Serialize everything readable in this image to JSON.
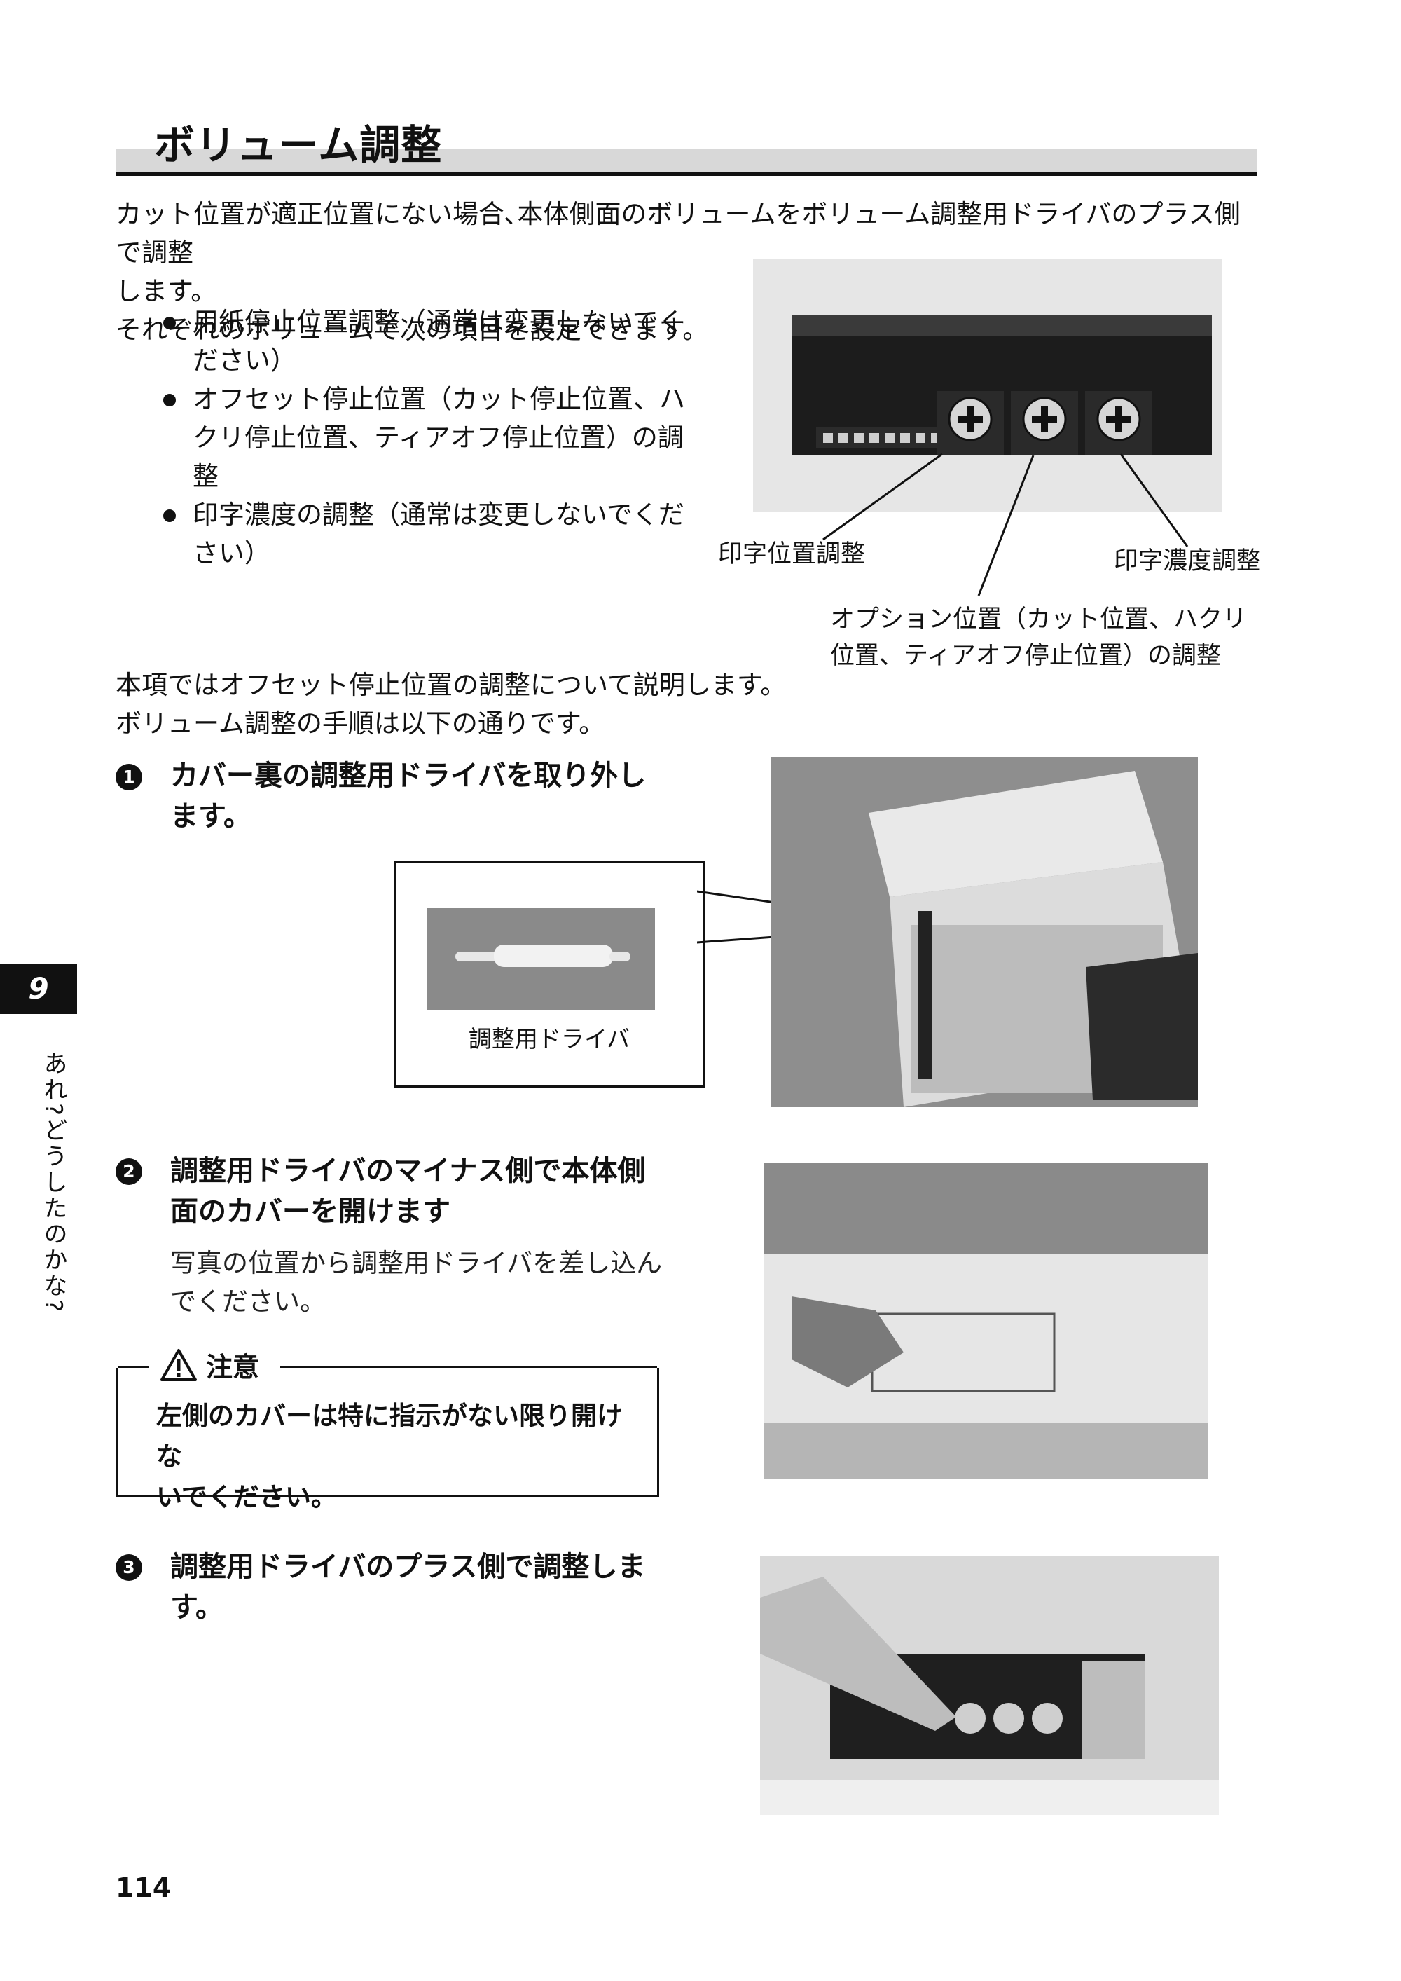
{
  "header": {
    "title": "ボリューム調整"
  },
  "intro": {
    "line1": "カット位置が適正位置にない場合､本体側面のボリュームをボリューム調整用ドライバのプラス側で調整",
    "line2": "します。",
    "line3": "それぞれのボリュームで次の項目を設定できます。",
    "bullets": [
      {
        "line1": "用紙停止位置調整（通常は変更しないでく",
        "line2": "ださい）"
      },
      {
        "line1": "オフセット停止位置（カット停止位置、ハ",
        "line2": "クリ停止位置、ティアオフ停止位置）の調",
        "line3": "整"
      },
      {
        "line1": "印字濃度の調整（通常は変更しないでくだ",
        "line2": "さい）"
      }
    ]
  },
  "panel_photo": {
    "labels": {
      "print_position": "印字位置調整",
      "print_density": "印字濃度調整",
      "option_line1": "オプション位置（カット位置、ハクリ",
      "option_line2": "位置、ティアオフ停止位置）の調整"
    }
  },
  "explanation": {
    "line1": "本項ではオフセット停止位置の調整について説明します。",
    "line2": "ボリューム調整の手順は以下の通りです。"
  },
  "steps": [
    {
      "number": "1",
      "title_line1": "カバー裏の調整用ドライバを取り外し",
      "title_line2": "ます。",
      "inset_caption": "調整用ドライバ"
    },
    {
      "number": "2",
      "title_line1": "調整用ドライバのマイナス側で本体側",
      "title_line2": "面のカバーを開けます",
      "desc_line1": "写真の位置から調整用ドライバを差し込ん",
      "desc_line2": "でください。"
    },
    {
      "number": "3",
      "title_line1": "調整用ドライバのプラス側で調整しま",
      "title_line2": "す。"
    }
  ],
  "caution": {
    "label": "注意",
    "line1": "左側のカバーは特に指示がない限り開けな",
    "line2": "いでください。"
  },
  "sidebar": {
    "chapter": "9",
    "text": "あれ?どうしたのかな?"
  },
  "footer": {
    "page_number": "114"
  }
}
